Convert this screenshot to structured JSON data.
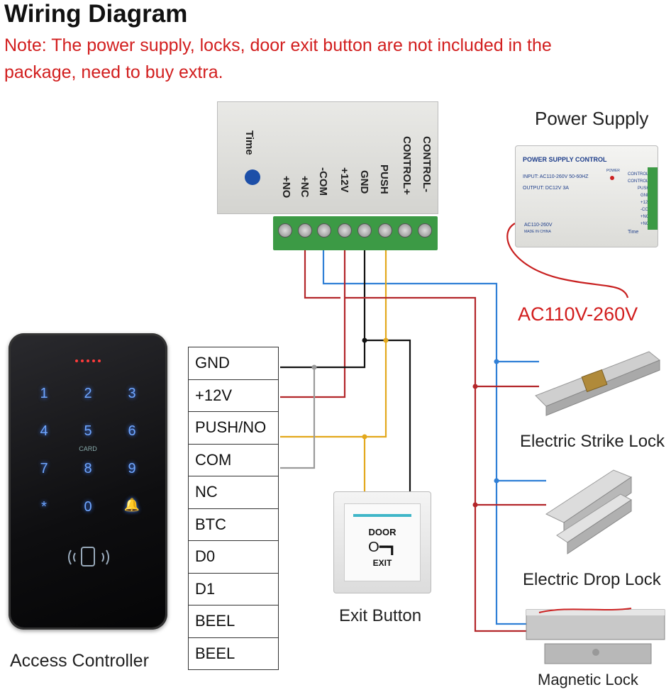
{
  "title": "Wiring Diagram",
  "note_line1": "Note: The power supply, locks, door exit button are not included in the",
  "note_line2": "package, need to buy extra.",
  "labels": {
    "power_supply": "Power Supply",
    "ac_input": "AC110V-260V",
    "access_controller": "Access Controller",
    "exit_button": "Exit Button",
    "strike_lock": "Electric Strike Lock",
    "drop_lock": "Electric Drop Lock",
    "magnetic_lock": "Magnetic Lock"
  },
  "controller_terminals": [
    "Time",
    "+NO",
    "+NC",
    "-COM",
    "+12V",
    "GND",
    "PUSH",
    "CONTROL+",
    "CONTROL-"
  ],
  "access_terminals": [
    "GND",
    "+12V",
    "PUSH/NO",
    "COM",
    "NC",
    "BTC",
    "D0",
    "D1",
    "BEEL",
    "BEEL"
  ],
  "keypad": {
    "keys": [
      "1",
      "2",
      "3",
      "4",
      "5",
      "6",
      "7",
      "8",
      "9",
      "*",
      "0",
      "🔔"
    ],
    "card_label": "CARD"
  },
  "psu_device": {
    "title": "POWER SUPPLY CONTROL",
    "input": "INPUT: AC110-260V 50-60HZ",
    "output": "OUTPUT: DC12V 3A",
    "ac_text": "AC110-260V",
    "made_in": "MADE IN CHINA",
    "power_led": "POWER",
    "time_label": "Time",
    "terminals": [
      "CONTROL-",
      "CONTROL+",
      "PUSH",
      "GND",
      "+12V",
      "-COM",
      "+NC",
      "+NO"
    ]
  },
  "exit_device": {
    "door": "DOOR",
    "exit": "EXIT"
  },
  "colors": {
    "red_wire": "#b3262a",
    "blue_wire": "#2f7fd6",
    "yellow_wire": "#e3a81c",
    "black_wire": "#111111",
    "gray_wire": "#9a9a9a",
    "note_red": "#d21e1e"
  }
}
